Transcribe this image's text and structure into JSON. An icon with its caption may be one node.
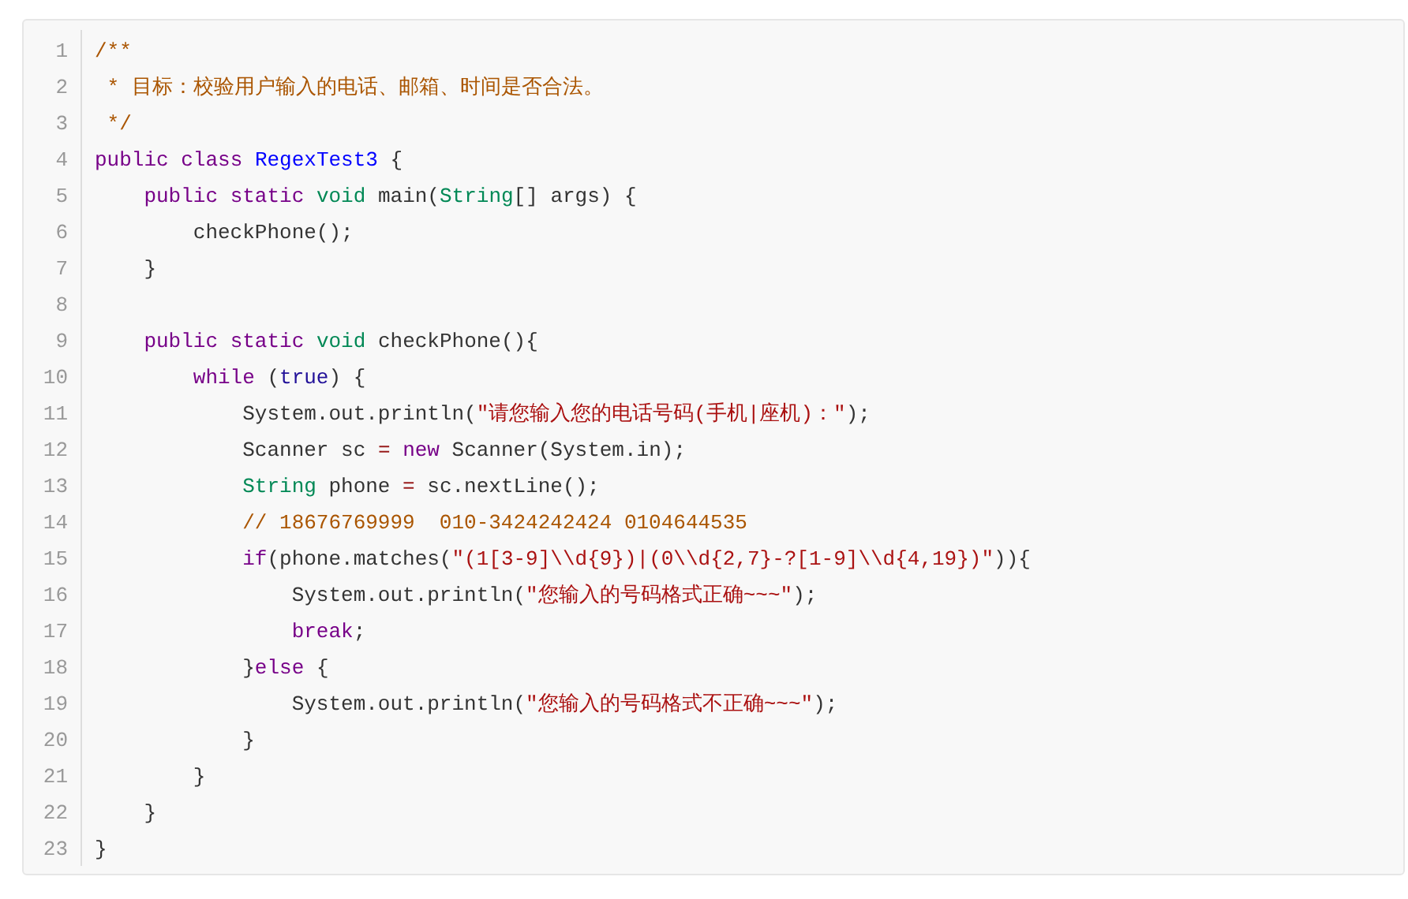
{
  "diagram": {
    "labels": [
      "1",
      "/**",
      "2",
      "* 目标：校验用户输入的电话、邮箱、时间是否合法。",
      "3",
      "*/",
      "4",
      "public class RegexTest3 {",
      "5",
      "public static void main(String[] args) {",
      "6",
      "checkPhone();",
      "7",
      "}",
      "8",
      "9",
      "public static void checkPhone(){",
      "10",
      "while (true) {",
      "11",
      "System.out.println(\"请您输入您的电话号码(手机|座机)：\");",
      "12",
      "Scanner sc = new Scanner(System.in);",
      "13",
      "String phone = sc.nextLine();",
      "14",
      "// 18676769999  010-3424242424 0104644535",
      "15",
      "if(phone.matches(\"(1[3-9]\\\\d{9})|(0\\\\d{2,7}-?[1-9]\\\\d{4,19})\")){",
      "16",
      "System.out.println(\"您输入的号码格式正确~~~\");",
      "17",
      "break;",
      "18",
      "}else {",
      "19",
      "System.out.println(\"您输入的号码格式不正确~~~\");",
      "20",
      "}",
      "21",
      "}",
      "22",
      "}",
      "23",
      "}"
    ]
  }
}
